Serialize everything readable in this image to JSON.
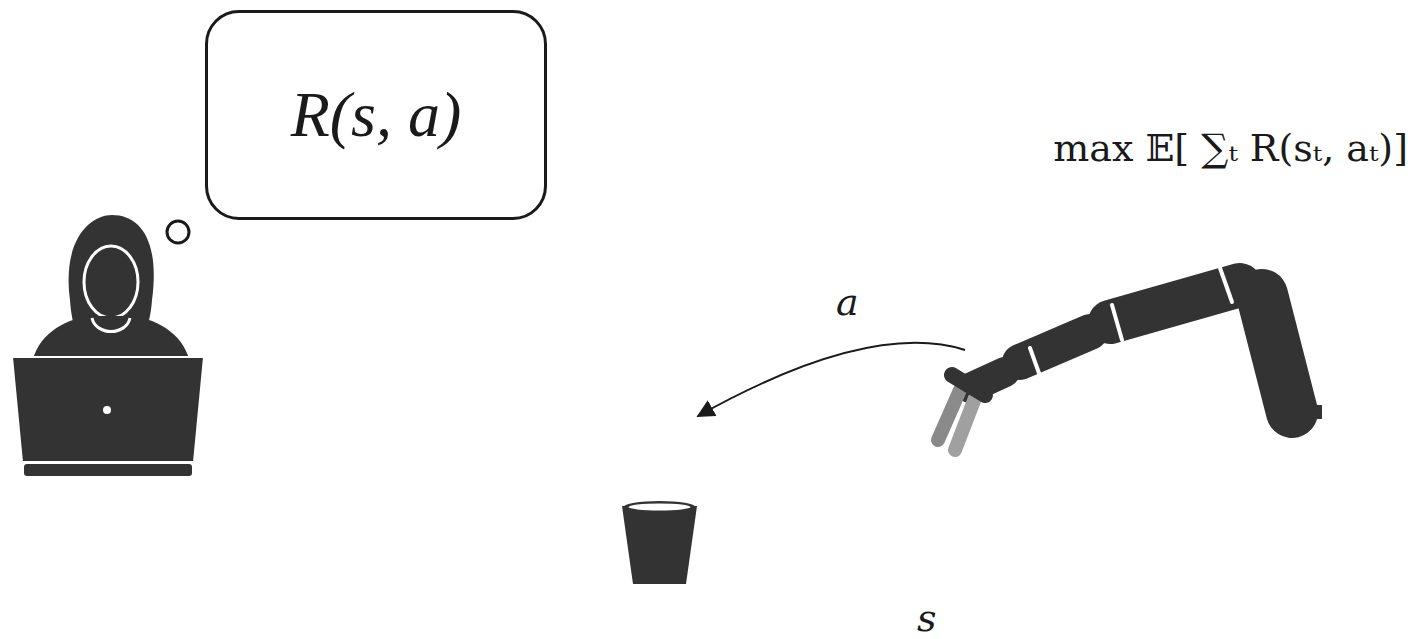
{
  "diagram": {
    "nodes": [
      {
        "text": [
          "R(s, a)"
        ]
      }
    ],
    "labels": [
      "max 𝔼[ ∑ₜ R(sₜ, aₜ)]",
      "a",
      "s"
    ]
  }
}
